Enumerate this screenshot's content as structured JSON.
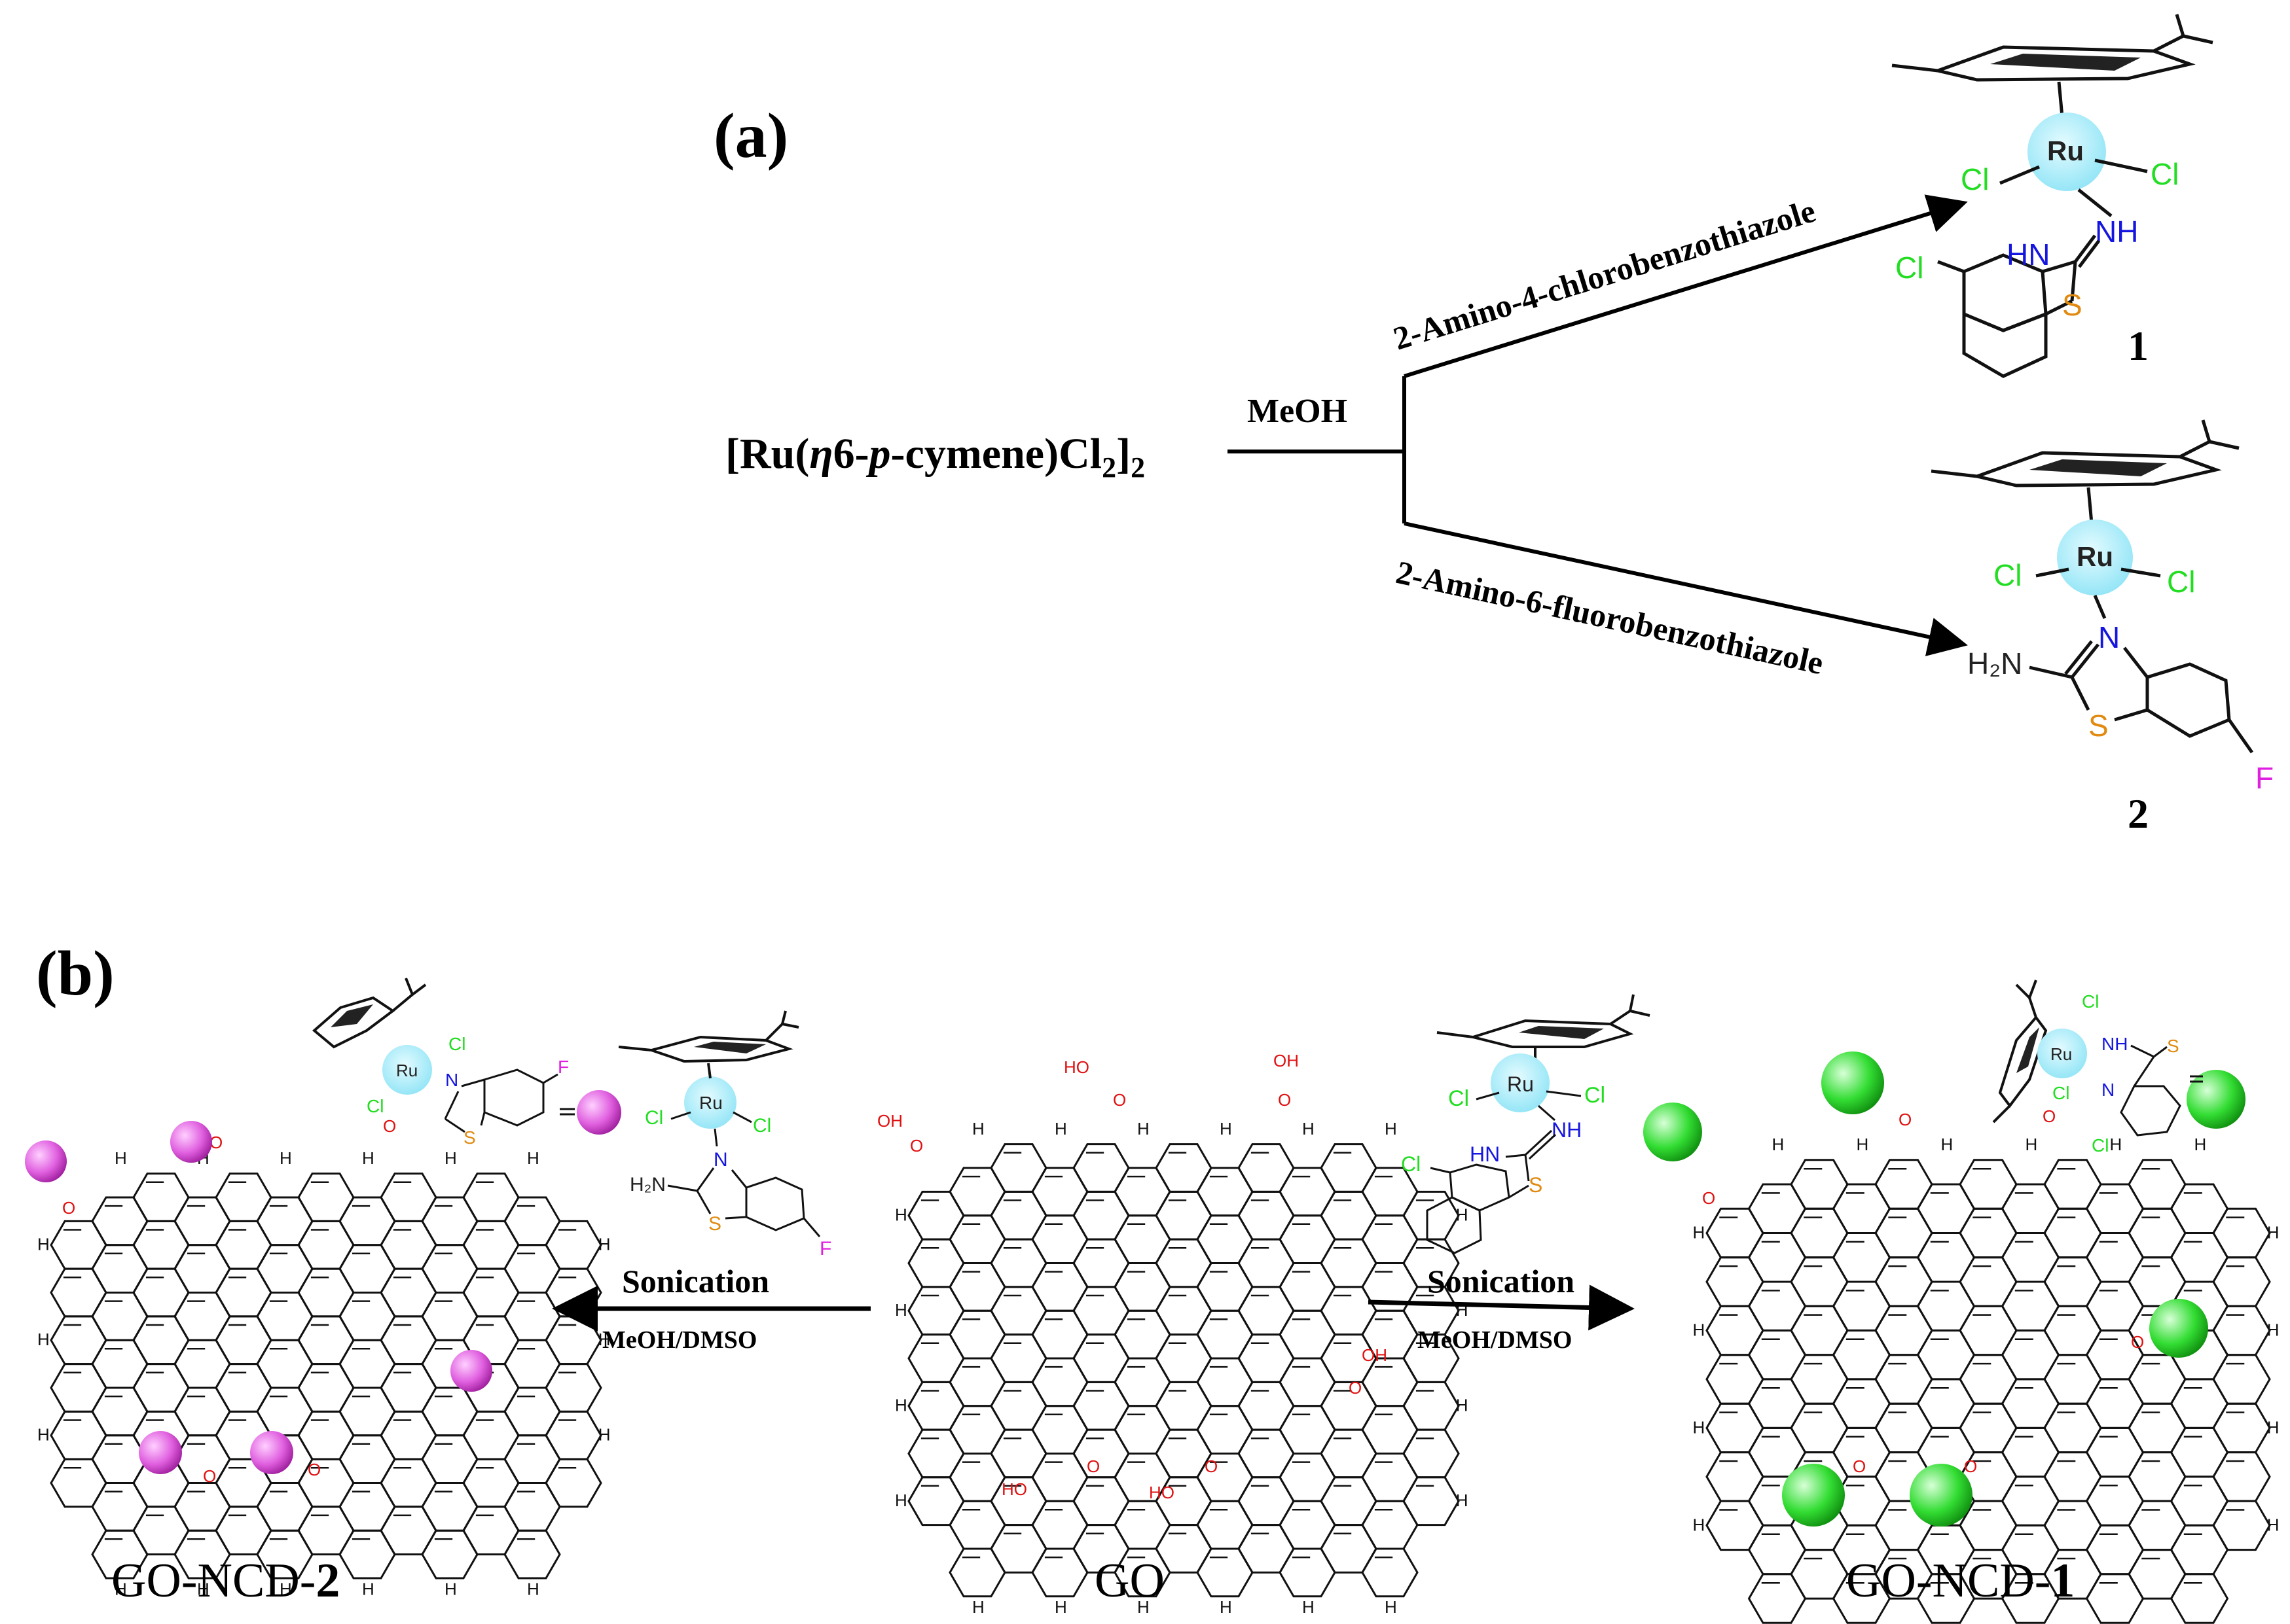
{
  "panel_a": {
    "label": "(a)",
    "reactant": {
      "main": "[Ru(",
      "eta": "η",
      "six": "6-",
      "p": "p",
      "rest": "-cymene)Cl",
      "sub1": "2",
      "close": "]",
      "sub2": "2"
    },
    "solvent": "MeOH",
    "reagent_top": "2-Amino-4-chlorobenzothiazole",
    "reagent_bottom": "2-Amino-6-fluorobenzothiazole",
    "product1": {
      "number": "1",
      "metal": "Ru",
      "cl": "Cl",
      "nh_exo": "NH",
      "nh_ring": "HN",
      "s": "S",
      "subst": "Cl"
    },
    "product2": {
      "number": "2",
      "metal": "Ru",
      "cl": "Cl",
      "n": "N",
      "amine": "H₂N",
      "s": "S",
      "subst": "F"
    }
  },
  "panel_b": {
    "label": "(b)",
    "center_label": "GO",
    "left_label_prefix": "GO-NCD-",
    "left_label_num": "2",
    "right_label_prefix": "GO-NCD-",
    "right_label_num": "1",
    "left_arrow": {
      "top": "Sonication",
      "bottom": "MeOH/DMSO"
    },
    "right_arrow": {
      "top": "Sonication",
      "bottom": "MeOH/DMSO"
    },
    "go_atoms": {
      "oh": "OH",
      "ho": "HO",
      "h": "H",
      "o": "O"
    },
    "complex_small_left": {
      "metal": "Ru",
      "cl": "Cl",
      "n": "N",
      "amine": "H₂N",
      "s": "S",
      "f": "F"
    },
    "complex_small_right": {
      "metal": "Ru",
      "cl": "Cl",
      "nh_exo": "NH",
      "nh_ring": "HN",
      "s": "S",
      "subst": "Cl"
    }
  },
  "colors": {
    "ru_sphere": "#aeeefa",
    "chlorine": "#22dd22",
    "nitrogen": "#1515e0",
    "sulfur": "#e08a10",
    "fluorine": "#e020e0",
    "oxygen": "#e01010",
    "magenta_ball": "#e060e0",
    "green_ball": "#33dd33"
  },
  "icons": [
    "reaction-arrow-icon",
    "ru-sphere-icon",
    "nanoparticle-ball-icon",
    "graphene-sheet-icon"
  ]
}
